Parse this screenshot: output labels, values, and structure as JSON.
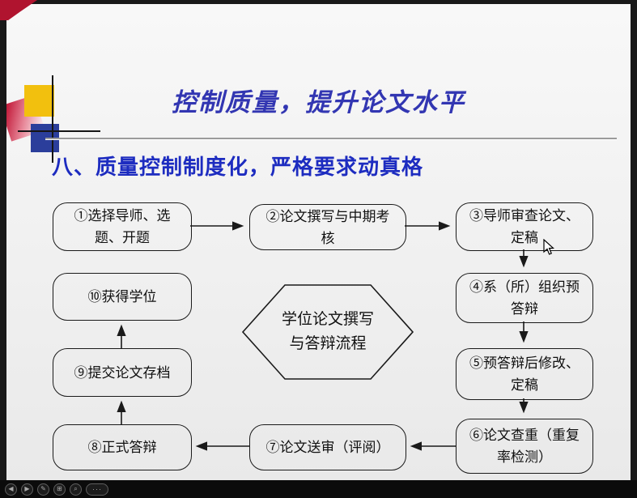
{
  "slide": {
    "title": "控制质量，提升论文水平",
    "subtitle": "八、质量控制制度化，严格要求动真格",
    "colors": {
      "title_blue": "#3236b2",
      "subtitle_blue": "#1d2cc0",
      "accent_yellow": "#f2c00e",
      "accent_navy": "#2b3e9b",
      "accent_red": "#b0142f",
      "box_border": "#1a1a1a"
    }
  },
  "flowchart": {
    "center_label": {
      "lines": [
        "学位论文撰写",
        "与答辩流程"
      ]
    },
    "steps": [
      {
        "id": 1,
        "lines": [
          "①选择导师、选",
          "题、开题"
        ]
      },
      {
        "id": 2,
        "lines": [
          "②论文撰写与中期考",
          "核"
        ]
      },
      {
        "id": 3,
        "lines": [
          "③导师审查论文、",
          "定稿"
        ]
      },
      {
        "id": 4,
        "lines": [
          "④系（所）组织预",
          "答辩"
        ]
      },
      {
        "id": 5,
        "lines": [
          "⑤预答辩后修改、",
          "定稿"
        ]
      },
      {
        "id": 6,
        "lines": [
          "⑥论文查重（重复",
          "率检测）"
        ]
      },
      {
        "id": 7,
        "lines": [
          "⑦论文送审（评阅）"
        ]
      },
      {
        "id": 8,
        "lines": [
          "⑧正式答辩"
        ]
      },
      {
        "id": 9,
        "lines": [
          "⑨提交论文存档"
        ]
      },
      {
        "id": 10,
        "lines": [
          "⑩获得学位"
        ]
      }
    ]
  },
  "app": {
    "toolbar": {
      "buttons": [
        {
          "name": "back",
          "glyph": "◀"
        },
        {
          "name": "forward",
          "glyph": "▶"
        },
        {
          "name": "pen",
          "glyph": "✎"
        },
        {
          "name": "slides",
          "glyph": "⊞"
        },
        {
          "name": "zoom",
          "glyph": "⌕"
        },
        {
          "name": "more",
          "glyph": "···"
        }
      ]
    }
  }
}
